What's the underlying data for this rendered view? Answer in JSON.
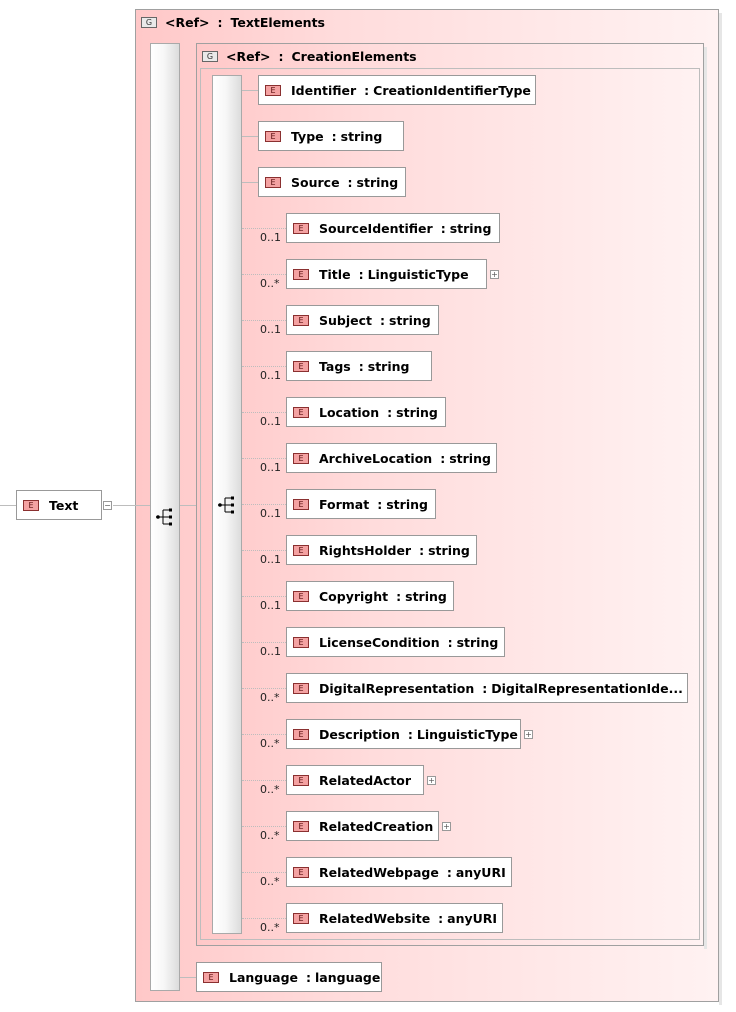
{
  "root_element": {
    "badge": "E",
    "name": "Text",
    "toggle": "−"
  },
  "text_elements_group": {
    "badge": "G",
    "ref": "<Ref>",
    "sep": ":",
    "name": "TextElements"
  },
  "creation_elements_group": {
    "badge": "G",
    "ref": "<Ref>",
    "sep": ":",
    "name": "CreationElements"
  },
  "elements": [
    {
      "badge": "E",
      "name": "Identifier",
      "sep": ":",
      "type": "CreationIdentifierType",
      "card": ""
    },
    {
      "badge": "E",
      "name": "Type",
      "sep": ":",
      "type": "string",
      "card": ""
    },
    {
      "badge": "E",
      "name": "Source",
      "sep": ":",
      "type": "string",
      "card": ""
    },
    {
      "badge": "E",
      "name": "SourceIdentifier",
      "sep": ":",
      "type": "string",
      "card": "0..1"
    },
    {
      "badge": "E",
      "name": "Title",
      "sep": ":",
      "type": "LinguisticType",
      "card": "0..*",
      "expand": "+"
    },
    {
      "badge": "E",
      "name": "Subject",
      "sep": ":",
      "type": "string",
      "card": "0..1"
    },
    {
      "badge": "E",
      "name": "Tags",
      "sep": ":",
      "type": "string",
      "card": "0..1"
    },
    {
      "badge": "E",
      "name": "Location",
      "sep": ":",
      "type": "string",
      "card": "0..1"
    },
    {
      "badge": "E",
      "name": "ArchiveLocation",
      "sep": ":",
      "type": "string",
      "card": "0..1"
    },
    {
      "badge": "E",
      "name": "Format",
      "sep": ":",
      "type": "string",
      "card": "0..1"
    },
    {
      "badge": "E",
      "name": "RightsHolder",
      "sep": ":",
      "type": "string",
      "card": "0..1"
    },
    {
      "badge": "E",
      "name": "Copyright",
      "sep": ":",
      "type": "string",
      "card": "0..1"
    },
    {
      "badge": "E",
      "name": "LicenseCondition",
      "sep": ":",
      "type": "string",
      "card": "0..1"
    },
    {
      "badge": "E",
      "name": "DigitalRepresentation",
      "sep": ":",
      "type": "DigitalRepresentationIde...",
      "card": "0..*"
    },
    {
      "badge": "E",
      "name": "Description",
      "sep": ":",
      "type": "LinguisticType",
      "card": "0..*",
      "expand": "+"
    },
    {
      "badge": "E",
      "name": "RelatedActor",
      "sep": "",
      "type": "",
      "card": "0..*",
      "expand": "+"
    },
    {
      "badge": "E",
      "name": "RelatedCreation",
      "sep": "",
      "type": "",
      "card": "0..*",
      "expand": "+"
    },
    {
      "badge": "E",
      "name": "RelatedWebpage",
      "sep": ":",
      "type": "anyURI",
      "card": "0..*"
    },
    {
      "badge": "E",
      "name": "RelatedWebsite",
      "sep": ":",
      "type": "anyURI",
      "card": "0..*"
    }
  ],
  "language_element": {
    "badge": "E",
    "name": "Language",
    "sep": ":",
    "type": "language"
  }
}
